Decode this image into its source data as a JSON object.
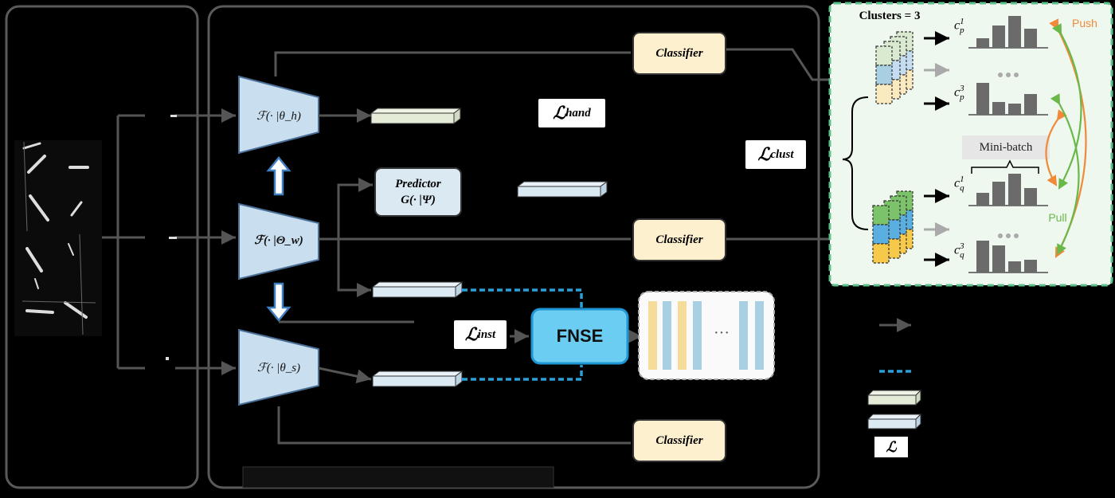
{
  "panels": {
    "clusters_title": "Clusters = 3"
  },
  "encoders": {
    "hand": "ℱ(· |θ_h)",
    "weak": "ℱ(· |Θ_w)",
    "strong": "ℱ(· |θ_s)"
  },
  "predictor": {
    "line1": "Predictor",
    "line2": "G(· |Ψ)"
  },
  "classifiers": {
    "top": "Classifier",
    "middle": "Classifier",
    "bottom": "Classifier"
  },
  "losses": {
    "hand": "hand",
    "clust": "clust",
    "inst": "inst",
    "legend": "",
    "symbol": "ℒ"
  },
  "fnse": "FNSE",
  "bank_ellipsis": "···",
  "cluster_panel": {
    "mini_batch": "Mini-batch",
    "push": "Push",
    "pull": "Pull",
    "dots": "•••",
    "bars": [
      {
        "base": "c",
        "sub": "p",
        "sup": "1",
        "values": [
          0.3,
          0.7,
          1.0,
          0.6
        ]
      },
      {
        "base": "c",
        "sub": "p",
        "sup": "3",
        "values": [
          1.0,
          0.4,
          0.35,
          0.65
        ]
      },
      {
        "base": "c",
        "sub": "q",
        "sup": "1",
        "values": [
          0.4,
          0.75,
          1.0,
          0.55
        ]
      },
      {
        "base": "c",
        "sub": "q",
        "sup": "3",
        "values": [
          1.0,
          0.85,
          0.35,
          0.4
        ]
      }
    ]
  },
  "colors": {
    "encoder_fill": "#c9dff0",
    "classifier_fill": "#fdf0cf",
    "fnse_fill": "#6ccdf2",
    "cluster_panel_bg": "#eef8ee",
    "cluster_border": "#5ec08b",
    "push": "#f08a3a",
    "pull": "#6ab84a",
    "feature_hand": "#e4ecd8",
    "feature_light": "#dbe9f3",
    "bank_yellow": "#f5dc9a",
    "bank_blue": "#a9cfe3"
  }
}
